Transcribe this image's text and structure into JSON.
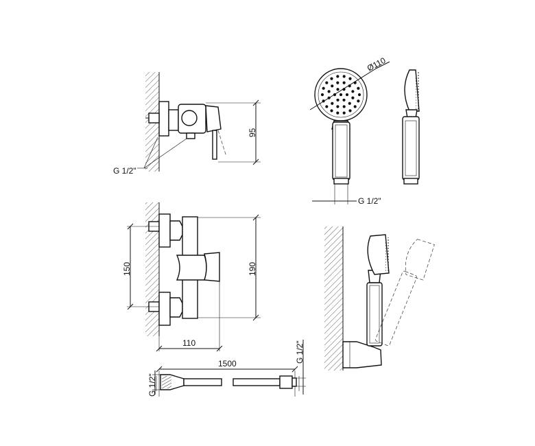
{
  "labels": {
    "top_mixer_height": "95",
    "top_mixer_thread": "G 1/2\"",
    "head_diameter": "Ø110",
    "handshower_thread": "G 1/2\"",
    "front_inlet_spacing": "150",
    "front_height": "190",
    "front_width": "110",
    "hose_length": "1500",
    "hose_thread_left": "G 1/2\"",
    "hose_thread_right": "G 1/2\""
  }
}
